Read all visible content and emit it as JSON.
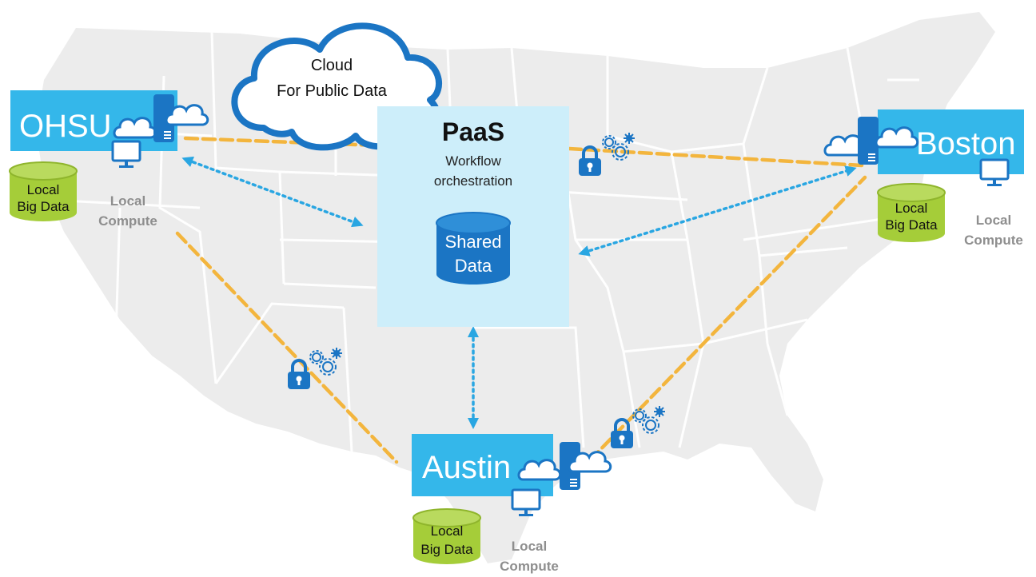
{
  "cloud": {
    "line1": "Cloud",
    "line2": "For Public Data"
  },
  "paas": {
    "title": "PaaS",
    "subtitle_line1": "Workflow",
    "subtitle_line2": "orchestration",
    "shared_line1": "Shared",
    "shared_line2": "Data"
  },
  "sites": {
    "ohsu": {
      "name": "OHSU",
      "data_line1": "Local",
      "data_line2": "Big Data",
      "compute_line1": "Local",
      "compute_line2": "Compute"
    },
    "boston": {
      "name": "Boston",
      "data_line1": "Local",
      "data_line2": "Big Data",
      "compute_line1": "Local",
      "compute_line2": "Compute"
    },
    "austin": {
      "name": "Austin",
      "data_line1": "Local",
      "data_line2": "Big Data",
      "compute_line1": "Local",
      "compute_line2": "Compute"
    }
  },
  "colors": {
    "site_blue": "#34b7ea",
    "paas_fill": "#cdeefa",
    "secure_link": "#f3b53d",
    "sync_link": "#29a6e2",
    "database_green": "#a5cd39",
    "server_blue": "#1b75c4",
    "map_land": "#ececec"
  },
  "icons": [
    "cloud-icon",
    "server-icon",
    "monitor-icon",
    "lock-icon",
    "gears-icon",
    "database-icon"
  ]
}
